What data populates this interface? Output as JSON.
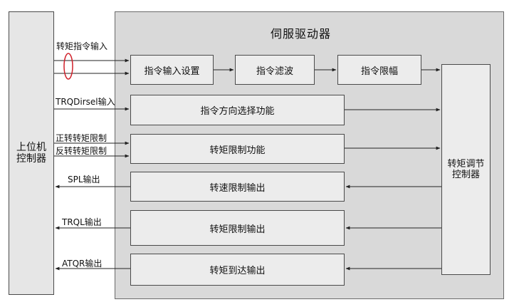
{
  "host": {
    "line1": "上位机",
    "line2": "控制器"
  },
  "drive": {
    "title": "伺服驱动器"
  },
  "boxes": {
    "cmd_input_setting": "指令输入设置",
    "cmd_filter": "指令滤波",
    "cmd_limit": "指令限幅",
    "cmd_direction": "指令方向选择功能",
    "torque_limit_func": "转矩限制功能",
    "speed_limit_out": "转速限制输出",
    "torque_limit_out": "转矩限制输出",
    "torque_reach_out": "转矩到达输出",
    "torque_ctrl_line1": "转矩调节",
    "torque_ctrl_line2": "控制器"
  },
  "signals": {
    "torque_cmd_input": "转矩指令输入",
    "trqdirsel_input": "TRQDirsel输入",
    "fwd_torque_limit": "正转转矩限制",
    "rev_torque_limit": "反转转矩限制",
    "spl_output": "SPL输出",
    "trql_output": "TRQL输出",
    "atqr_output": "ATQR输出"
  }
}
